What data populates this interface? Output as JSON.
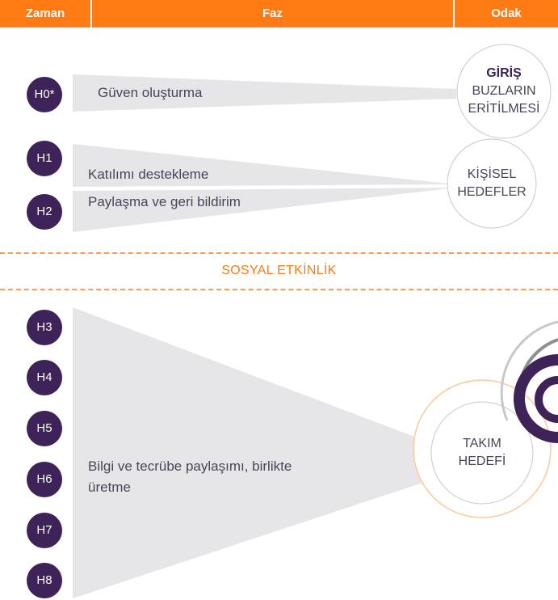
{
  "header": {
    "time_label": "Zaman",
    "phase_label": "Faz",
    "focus_label": "Odak"
  },
  "colors": {
    "accent": "#ff7a12",
    "badge": "#3d2358",
    "wedge": "#e6e6e8",
    "text": "#4a4458"
  },
  "steps": {
    "h0": "H0*",
    "h1": "H1",
    "h2": "H2",
    "h3": "H3",
    "h4": "H4",
    "h5": "H5",
    "h6": "H6",
    "h7": "H7",
    "h8": "H8"
  },
  "phases": {
    "trust": "Güven oluşturma",
    "participation": "Katılımı destekleme",
    "sharing": "Paylaşma ve geri bildirim",
    "knowledge": "Bilgi ve tecrübe paylaşımı, birlikte üretme"
  },
  "focus": {
    "intro_title": "GİRİŞ",
    "intro_line1": "BUZLARIN",
    "intro_line2": "ERİTİLMESİ",
    "personal_line1": "KİŞİSEL",
    "personal_line2": "HEDEFLER",
    "team_line1": "TAKIM",
    "team_line2": "HEDEFİ"
  },
  "social_activity": "SOSYAL ETKİNLİK"
}
